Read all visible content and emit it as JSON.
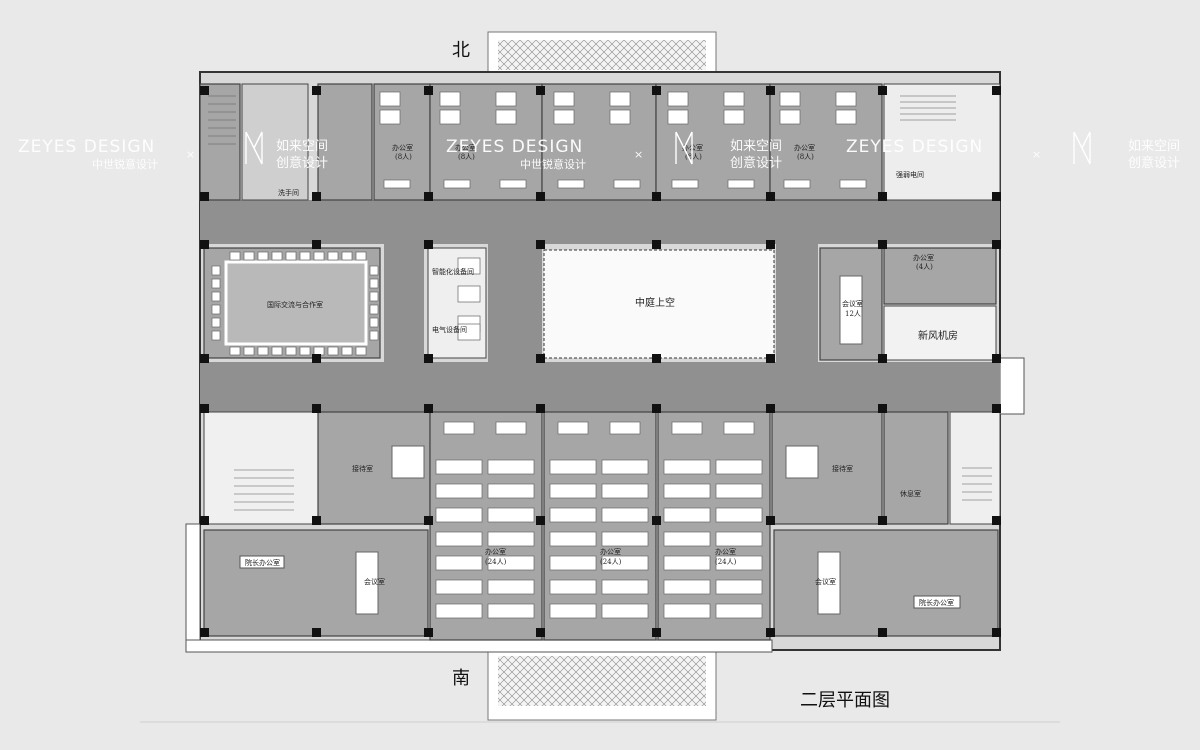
{
  "orientation": {
    "north": "北",
    "south": "南"
  },
  "drawing_title": "二层平面图",
  "watermark": {
    "brand": "ZEYES DESIGN",
    "brand_cn": "中世锐意设计",
    "separator": "×",
    "partner_line1": "如来空间",
    "partner_line2": "创意设计"
  },
  "rooms": {
    "washroom": "洗手间",
    "office_north_1": "办公室",
    "office_north_1_cap": "(8人)",
    "office_north_2": "办公室",
    "office_north_2_cap": "(8人)",
    "office_north_3": "办公室",
    "office_north_3_cap": "(8人)",
    "office_north_4": "办公室",
    "office_north_4_cap": "(8人)",
    "fire_control": "强弱电间",
    "intl_exchange": "国际交流与合作室",
    "smart_equipment": "智能化设备间",
    "electrical_equipment": "电气设备间",
    "atrium": "中庭上空",
    "meeting_12": "会议室",
    "meeting_12_cap": "12人",
    "office_ne": "办公室",
    "office_ne_cap": "(4人)",
    "fresh_air": "新风机房",
    "reception_w": "接待室",
    "reception_e": "接待室",
    "lounge": "休息室",
    "office_s1": "办公室",
    "office_s1_cap": "(24人)",
    "office_s2": "办公室",
    "office_s2_cap": "(24人)",
    "office_s3": "办公室",
    "office_s3_cap": "(24人)",
    "dean_office_w": "院长办公室",
    "meeting_w": "会议室",
    "meeting_e": "会议室",
    "dean_office_e": "院长办公室"
  },
  "colors": {
    "background": "#e9e9ea",
    "room_fill": "#a6a6a6",
    "corridor_fill": "#909090",
    "furniture": "#ffffff",
    "watermark": "#ffffff"
  }
}
